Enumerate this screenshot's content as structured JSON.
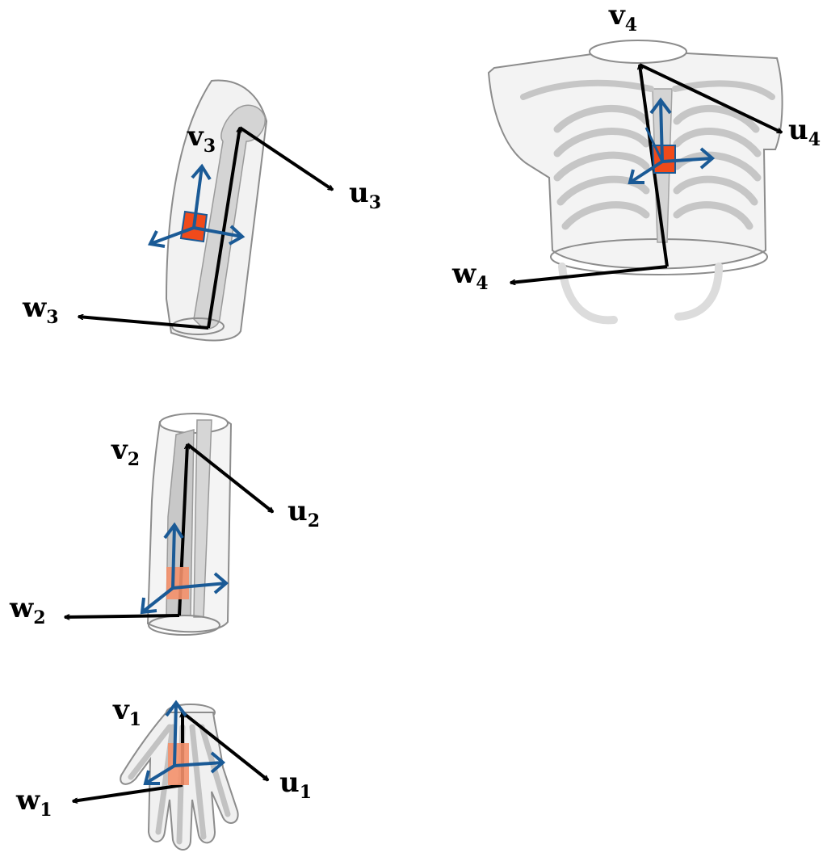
{
  "colors": {
    "axis": "#000000",
    "sensor_axis": "#1a5a96",
    "sensor_box": "#f04a1a",
    "sensor_box_light": "#f4906a",
    "bone": "#cfcfcf",
    "outline": "#8c8c8c"
  },
  "segments": [
    {
      "id": "hand",
      "labels": {
        "u": "u",
        "v": "v",
        "w": "w",
        "index": "1"
      }
    },
    {
      "id": "forearm",
      "labels": {
        "u": "u",
        "v": "v",
        "w": "w",
        "index": "2"
      }
    },
    {
      "id": "upperarm",
      "labels": {
        "u": "u",
        "v": "v",
        "w": "w",
        "index": "3"
      }
    },
    {
      "id": "torso",
      "labels": {
        "u": "u",
        "v": "v",
        "w": "w",
        "index": "4"
      }
    }
  ]
}
